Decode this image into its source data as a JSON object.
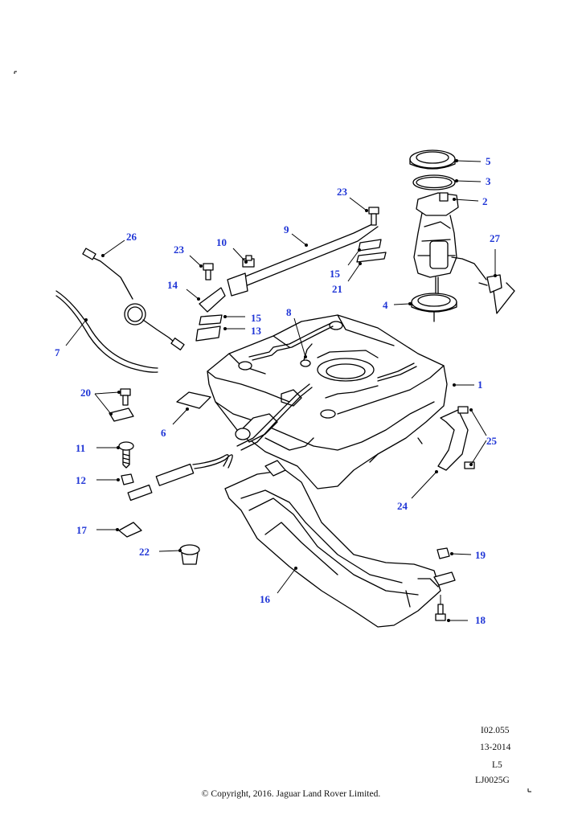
{
  "callouts": {
    "c1": "1",
    "c2": "2",
    "c3": "3",
    "c4": "4",
    "c5": "5",
    "c6": "6",
    "c7": "7",
    "c8": "8",
    "c9": "9",
    "c10": "10",
    "c11": "11",
    "c12": "12",
    "c13": "13",
    "c14": "14",
    "c15a": "15",
    "c15b": "15",
    "c16": "16",
    "c17": "17",
    "c18": "18",
    "c19": "19",
    "c20": "20",
    "c21": "21",
    "c22": "22",
    "c23a": "23",
    "c23b": "23",
    "c24": "24",
    "c25": "25",
    "c26": "26",
    "c27": "27"
  },
  "info": {
    "ref": "I02.055",
    "date": "13-2014",
    "level": "L5",
    "code": "LJ0025G"
  },
  "copyright": "© Copyright, 2016. Jaguar Land Rover Limited.",
  "colors": {
    "callout": "#1f35d6",
    "line": "#000000"
  }
}
